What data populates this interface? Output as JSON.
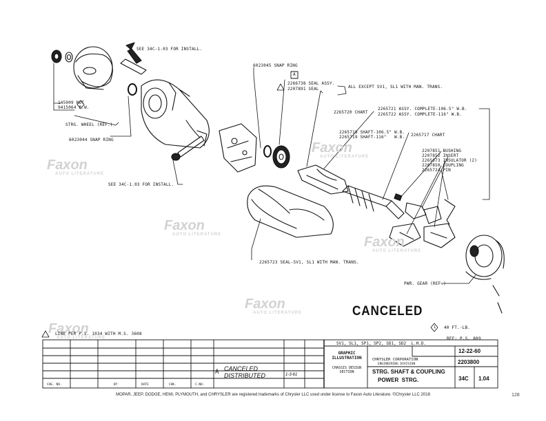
{
  "labels": {
    "see_install_top": "SEE 34C-1.03 FOR INSTALL.",
    "snap_ring_a": "6023045 SNAP RING",
    "ref_a": "A",
    "seal_assy": "2266738 SEAL ASSY.",
    "seal": "2207891 SEAL",
    "all_except": "ALL EXCEPT SV1, SL1 WITH MAN. TRANS.",
    "chart_2265720": "2265720 CHART",
    "assy_106": "2265721 ASSY. COMPLETE-106.5\" W.B.",
    "assy_116": "2265722 ASSY. COMPLETE-116\" W.B.",
    "nut": "145009 NUT",
    "pw": "9415064 P.W.",
    "strg_wheel": "STRG. WHEEL (REF.)",
    "snap_ring_b": "6023044 SNAP RING",
    "shaft_106": "2265718 SHAFT-106.5\" W.B.",
    "shaft_116": "2265719 SHAFT-116\"   W.B.",
    "chart_2265717": "2265717 CHART",
    "bushing": "2207851 BUSHING",
    "insert": "2207852 INSERT",
    "insulator": "2265673 INSULATOR (2)",
    "coupling": "2207850 COUPLING",
    "pin": "2265724 PIN",
    "see_install_bottom": "SEE 34C-1.03 FOR INSTALL.",
    "seal_sv1": "2265723 SEAL-SV1, SL1 WITH MAN. TRANS.",
    "pwr_gear": "PWR. GEAR (REF.)",
    "canceled": "CANCELED",
    "torque": "40 FT.-LB.",
    "ref_ps": "REF: P.S. 809",
    "line_per": "LINE PER P.S. 1034 WITH M.S. 3608",
    "ref_1": "1"
  },
  "title_block": {
    "models": "SV1, SL1, SP1, SP2, SD1, SD2  L.H.D.",
    "dept": "GRAPHIC\nILLUSTRATION",
    "dept_sub": "CHASSIS DESIGN\nSECTION",
    "company": "CHRYSLER CORPORATION",
    "company_sub": "ENGINEERING DIVISION",
    "date": "12-22-60",
    "drawing_no": "2203800",
    "title_line1": "STRG. SHAFT & COUPLING",
    "title_line2": "POWER  STRG.",
    "group": "34C",
    "page": "1.04",
    "rev_letter": "A",
    "rev_text1": "CANCELED",
    "rev_text2": "DISTRIBUTED",
    "rev_date": "1-3-61",
    "col_chg_no": "CHG. NO.",
    "col_by": "BY",
    "col_date": "DATE",
    "col_chk": "CHK.",
    "col_cno": "C.NO."
  },
  "watermark": {
    "brand": "Faxon",
    "sub": "AUTO LITERATURE"
  },
  "footer": {
    "trademark": "MOPAR, JEEP, DODGE, HEMI, PLYMOUTH, and CHRYSLER are registered trademarks of Chrysler LLC used under license to Faxon Auto Literature. ©Chrysler LLC 2018",
    "page_number": "128"
  }
}
